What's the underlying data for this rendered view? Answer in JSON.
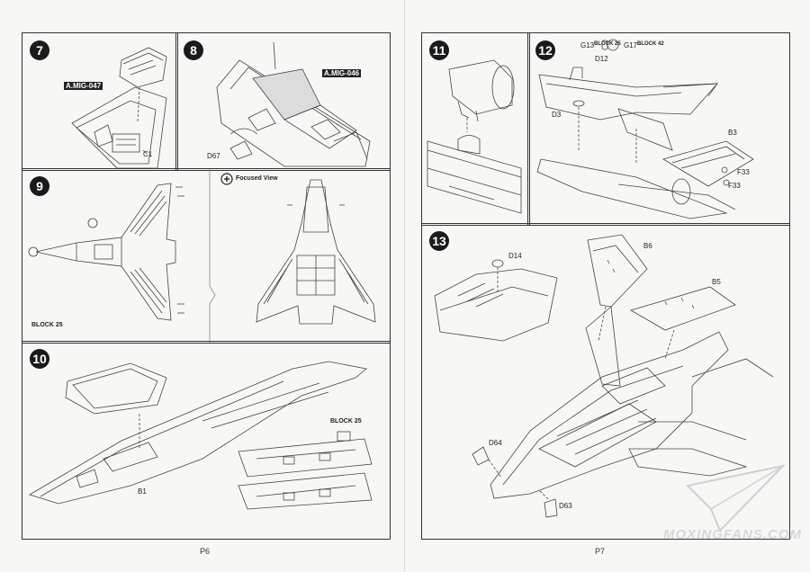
{
  "left_page": {
    "page_number": "P6",
    "steps": [
      {
        "number": "7",
        "parts": {
          "callout": "A.MIG-047",
          "label": "C1"
        }
      },
      {
        "number": "8",
        "parts": {
          "callout": "A.MIG-046",
          "label": "D67"
        }
      },
      {
        "number": "9",
        "caption": "BLOCK 25",
        "focused_view": "Focused View"
      },
      {
        "number": "10",
        "caption": "BLOCK 25",
        "label": "B1"
      }
    ]
  },
  "right_page": {
    "page_number": "P7",
    "steps": [
      {
        "number": "11"
      },
      {
        "number": "12",
        "labels": [
          "G13",
          "BLOCK 25",
          "G17",
          "BLOCK 42",
          "D12",
          "D3",
          "B3",
          "F33",
          "F33"
        ]
      },
      {
        "number": "13",
        "labels": [
          "D14",
          "B6",
          "B5",
          "D64",
          "D63"
        ]
      }
    ]
  },
  "watermark": "MOXINGFANS.COM",
  "colors": {
    "line": "#333333",
    "paper": "#f7f7f5",
    "badge": "#1a1a1a"
  }
}
